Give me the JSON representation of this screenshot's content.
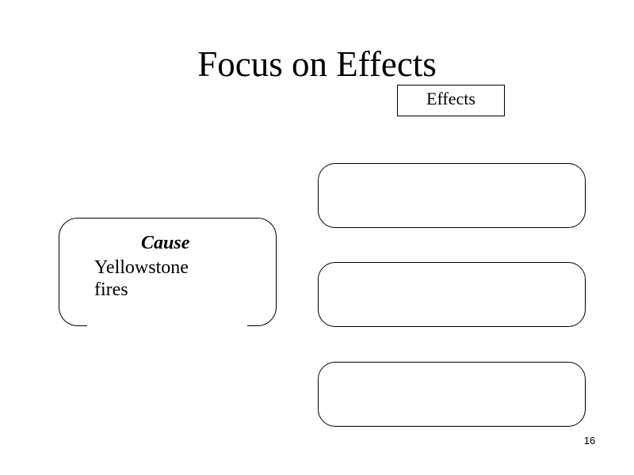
{
  "slide": {
    "title": "Focus on Effects",
    "number": "16"
  },
  "effects": {
    "label": "Effects",
    "boxes": [
      "",
      "",
      ""
    ]
  },
  "cause": {
    "heading": "Cause",
    "line1": "Yellowstone",
    "line2": "fires"
  }
}
